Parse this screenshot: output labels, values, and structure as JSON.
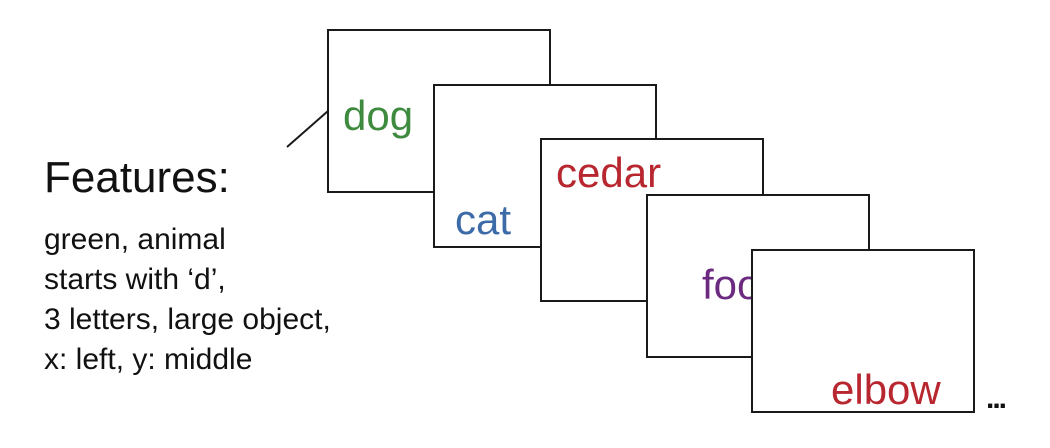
{
  "features": {
    "title": "Features:",
    "lines": [
      "green, animal",
      "starts with ‘d’,",
      "3 letters, large object,",
      "x: left, y: middle"
    ]
  },
  "cards": [
    {
      "word": "dog",
      "color": "#3e8a3e"
    },
    {
      "word": "cat",
      "color": "#3d6ba8"
    },
    {
      "word": "cedar",
      "color": "#b8262f"
    },
    {
      "word": "food",
      "color": "#6b2a7f"
    },
    {
      "word": "elbow",
      "color": "#b8262f"
    }
  ],
  "ellipsis": "..."
}
